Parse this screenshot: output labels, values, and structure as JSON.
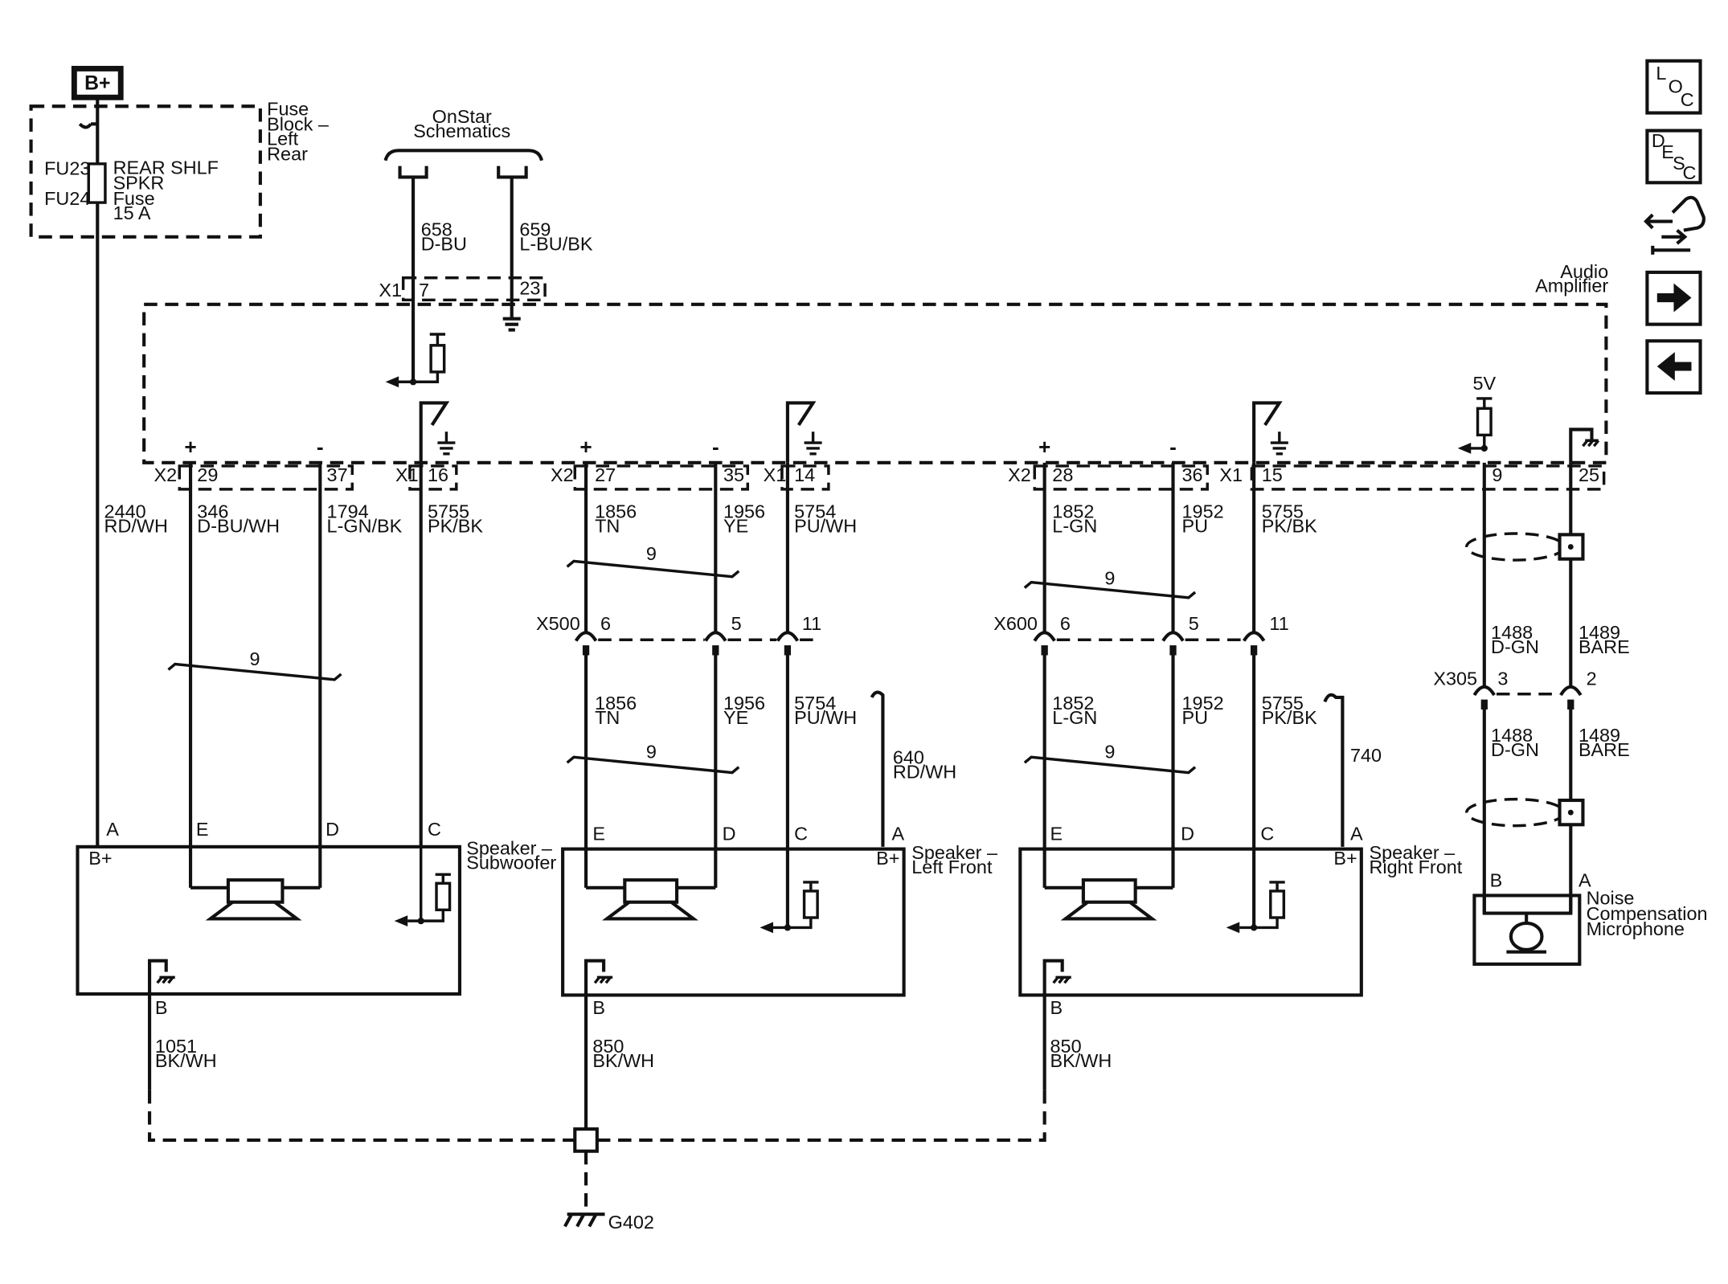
{
  "power": {
    "label": "B+"
  },
  "fuse_block": {
    "name_lines": [
      "Fuse",
      "Block –",
      "Left",
      "Rear"
    ],
    "fuse_ids": [
      "FU23",
      "FU24"
    ],
    "fuse_name_lines": [
      "REAR SHLF",
      "SPKR",
      "Fuse",
      "15 A"
    ]
  },
  "onstar": {
    "lines": [
      "OnStar",
      "Schematics"
    ],
    "wires": [
      {
        "num": "658",
        "color": "D-BU"
      },
      {
        "num": "659",
        "color": "L-BU/BK"
      }
    ]
  },
  "amplifier": {
    "name_lines": [
      "Audio",
      "Amplifier"
    ],
    "connectors": {
      "x1": "X1",
      "x2": "X2"
    },
    "pins": {
      "p7": "7",
      "p23": "23",
      "p29": "29",
      "p37": "37",
      "p16": "16",
      "p27": "27",
      "p35": "35",
      "p14": "14",
      "p28": "28",
      "p36": "36",
      "p15": "15",
      "p9": "9",
      "p25": "25"
    },
    "plus": "+",
    "minus": "-",
    "supply_5v": "5V"
  },
  "twist_label": "9",
  "wires": {
    "w2440": {
      "num": "2440",
      "color": "RD/WH"
    },
    "w346": {
      "num": "346",
      "color": "D-BU/WH"
    },
    "w1794": {
      "num": "1794",
      "color": "L-GN/BK"
    },
    "w5755a": {
      "num": "5755",
      "color": "PK/BK"
    },
    "w1856": {
      "num": "1856",
      "color": "TN"
    },
    "w1956": {
      "num": "1956",
      "color": "YE"
    },
    "w5754": {
      "num": "5754",
      "color": "PU/WH"
    },
    "w640": {
      "num": "640",
      "color": "RD/WH"
    },
    "w1852": {
      "num": "1852",
      "color": "L-GN"
    },
    "w1952": {
      "num": "1952",
      "color": "PU"
    },
    "w5755b": {
      "num": "5755",
      "color": "PK/BK"
    },
    "w740": {
      "num": "740"
    },
    "w1488": {
      "num": "1488",
      "color": "D-GN"
    },
    "w1489": {
      "num": "1489",
      "color": "BARE"
    },
    "w1051": {
      "num": "1051",
      "color": "BK/WH"
    },
    "w850": {
      "num": "850",
      "color": "BK/WH"
    }
  },
  "inline_connectors": {
    "x500": {
      "name": "X500",
      "pins": [
        "6",
        "5",
        "11"
      ]
    },
    "x600": {
      "name": "X600",
      "pins": [
        "6",
        "5",
        "11"
      ]
    },
    "x305": {
      "name": "X305",
      "pins": [
        "3",
        "2"
      ]
    }
  },
  "speakers": {
    "subwoofer": {
      "name_lines": [
        "Speaker –",
        "Subwoofer"
      ],
      "pins": [
        "A",
        "E",
        "D",
        "C",
        "B"
      ],
      "bplus": "B+"
    },
    "left_front": {
      "name_lines": [
        "Speaker –",
        "Left Front"
      ],
      "pins": [
        "E",
        "D",
        "C",
        "A",
        "B"
      ],
      "bplus": "B+"
    },
    "right_front": {
      "name_lines": [
        "Speaker –",
        "Right Front"
      ],
      "pins": [
        "E",
        "D",
        "C",
        "A",
        "B"
      ],
      "bplus": "B+"
    }
  },
  "microphone": {
    "name_lines": [
      "Noise",
      "Compensation",
      "Microphone"
    ],
    "pins": [
      "B",
      "A"
    ]
  },
  "ground": {
    "name": "G402"
  },
  "nav": {
    "loc": [
      "L",
      "O",
      "C"
    ],
    "desc": [
      "D",
      "E",
      "S",
      "C"
    ],
    "icons": [
      "flow-icon",
      "arrow-right-icon",
      "arrow-left-icon"
    ]
  }
}
